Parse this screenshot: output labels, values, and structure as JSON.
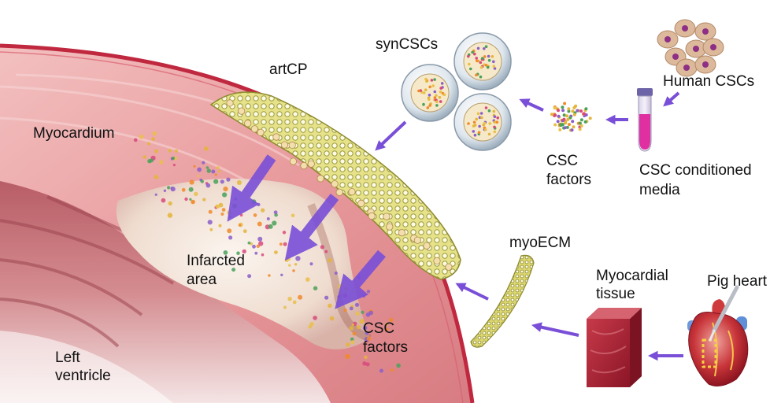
{
  "labels": {
    "syncscs": "synCSCs",
    "human_cscs": "Human CSCs",
    "artcp": "artCP",
    "myocardium": "Myocardium",
    "csc_factors_top_line1": "CSC",
    "csc_factors_top_line2": "factors",
    "csc_conditioned_media_line1": "CSC conditioned",
    "csc_conditioned_media_line2": "media",
    "myoecm": "myoECM",
    "myocardial_tissue_line1": "Myocardial",
    "myocardial_tissue_line2": "tissue",
    "pig_heart": "Pig heart",
    "infarcted_area_line1": "Infarcted",
    "infarcted_area_line2": "area",
    "csc_factors_bottom_line1": "CSC",
    "csc_factors_bottom_line2": "factors",
    "left_ventricle_line1": "Left",
    "left_ventricle_line2": "ventricle"
  },
  "colors": {
    "arrow": "#7a4fd8",
    "patch": "#d6d36e",
    "myocardium": "#e79a9c",
    "epicardium": "#c0283f",
    "infarct": "#f1e4da",
    "tissue_block": "#a81e30",
    "media": "#e02fa0",
    "cell": "#dcb99a",
    "nucleus": "#8e2f86"
  }
}
